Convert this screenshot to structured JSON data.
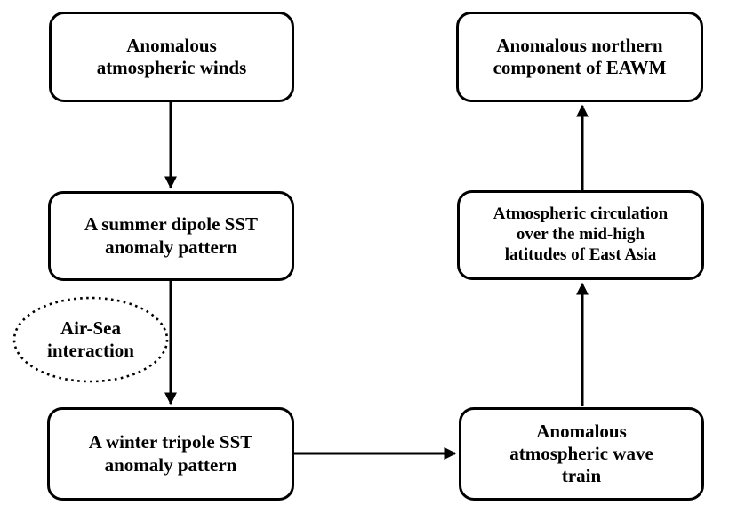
{
  "diagram": {
    "type": "flowchart",
    "colors": {
      "background": "#ffffff",
      "stroke": "#000000",
      "text": "#000000"
    },
    "nodes": {
      "anomalous_winds": {
        "label": "Anomalous\natmospheric winds",
        "shape": "rounded-rect"
      },
      "summer_dipole": {
        "label": "A summer dipole SST\nanomaly pattern",
        "shape": "rounded-rect"
      },
      "air_sea": {
        "label": "Air-Sea\ninteraction",
        "shape": "dotted-ellipse"
      },
      "winter_tripole": {
        "label": "A winter tripole SST\nanomaly pattern",
        "shape": "rounded-rect"
      },
      "wave_train": {
        "label": "Anomalous\natmospheric wave\ntrain",
        "shape": "rounded-rect"
      },
      "circulation": {
        "label": "Atmospheric circulation\nover the mid-high\nlatitudes of East Asia",
        "shape": "rounded-rect"
      },
      "eawm": {
        "label": "Anomalous northern\ncomponent of EAWM",
        "shape": "rounded-rect"
      }
    },
    "edges": [
      {
        "from": "anomalous_winds",
        "to": "summer_dipole",
        "style": "solid-arrow",
        "direction": "down"
      },
      {
        "from": "summer_dipole",
        "to": "winter_tripole",
        "style": "solid-arrow",
        "direction": "down",
        "annotation": "air_sea"
      },
      {
        "from": "winter_tripole",
        "to": "wave_train",
        "style": "solid-arrow",
        "direction": "right"
      },
      {
        "from": "wave_train",
        "to": "circulation",
        "style": "solid-arrow",
        "direction": "up"
      },
      {
        "from": "circulation",
        "to": "eawm",
        "style": "solid-arrow",
        "direction": "up"
      }
    ]
  }
}
